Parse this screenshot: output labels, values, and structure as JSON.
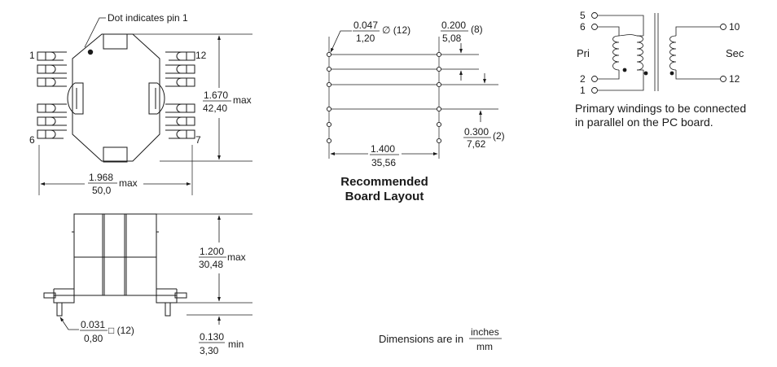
{
  "top_view": {
    "pin1_note": "Dot indicates pin 1",
    "pin_1": "1",
    "pin_6": "6",
    "pin_7": "7",
    "pin_12": "12",
    "height_in": "1.670",
    "height_mm": "42,40",
    "height_suffix": "max",
    "width_in": "1.968",
    "width_mm": "50,0",
    "width_suffix": "max"
  },
  "side_view": {
    "height_in": "1.200",
    "height_mm": "30,48",
    "height_suffix": "max",
    "lead_in": "0.031",
    "lead_mm": "0,80",
    "lead_note": "□ (12)",
    "standoff_in": "0.130",
    "standoff_mm": "3,30",
    "standoff_suffix": "min"
  },
  "board_layout": {
    "hole_in": "0.047",
    "hole_mm": "1,20",
    "hole_note": "∅ (12)",
    "pitch_in": "0.200",
    "pitch_mm": "5,08",
    "pitch_note": "(8)",
    "row_gap_in": "0.300",
    "row_gap_mm": "7,62",
    "row_gap_note": "(2)",
    "span_in": "1.400",
    "span_mm": "35,56",
    "caption_line1": "Recommended",
    "caption_line2": "Board Layout"
  },
  "schematic": {
    "pin_5": "5",
    "pin_6": "6",
    "pin_2": "2",
    "pin_1": "1",
    "pin_10": "10",
    "pin_12": "12",
    "pri_label": "Pri",
    "sec_label": "Sec",
    "note_line1": "Primary windings to be connected",
    "note_line2": "in parallel on the PC board."
  },
  "units_note": {
    "prefix": "Dimensions are in",
    "unit_top": "inches",
    "unit_bottom": "mm"
  }
}
